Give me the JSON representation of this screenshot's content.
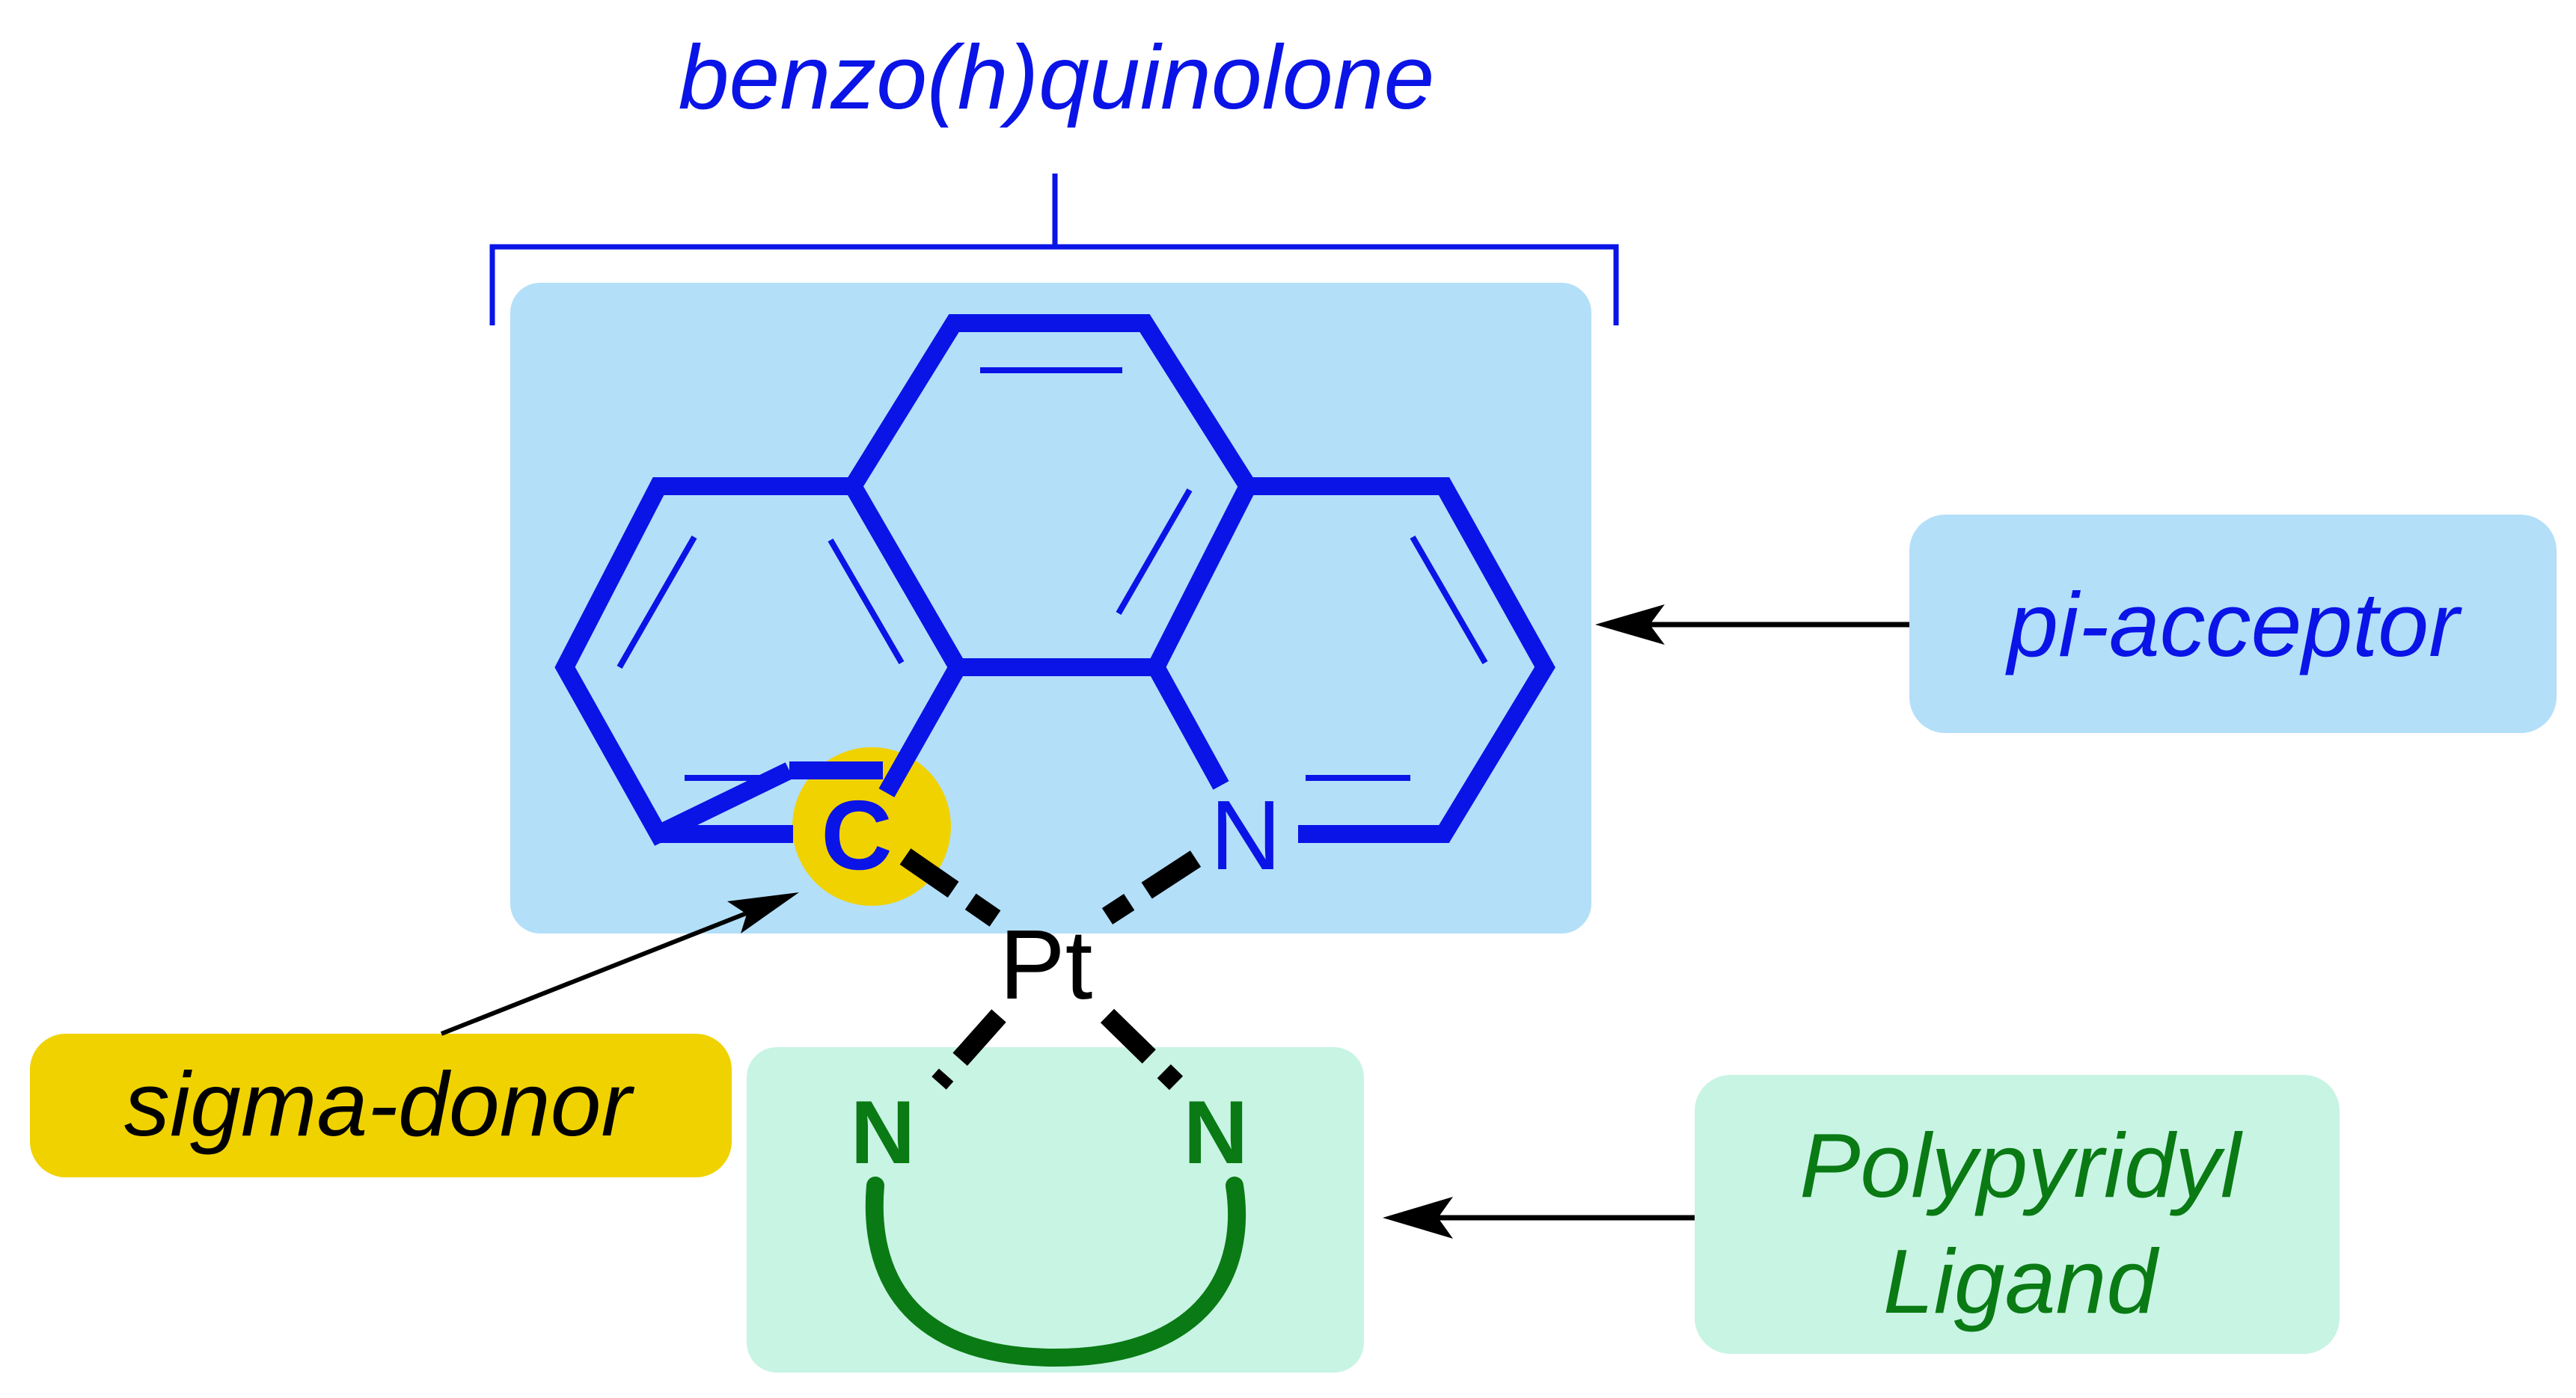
{
  "title": "benzo(h)quinolone",
  "labels": {
    "pi_acceptor": "pi-acceptor",
    "sigma_donor": "sigma-donor",
    "polypyridyl_line1": "Polypyridyl",
    "polypyridyl_line2": "Ligand"
  },
  "atoms": {
    "carbon": "C",
    "nitrogen_bhq": "N",
    "platinum": "Pt",
    "nitrogen_left": "N",
    "nitrogen_right": "N"
  },
  "colors": {
    "blue": "#0a14e6",
    "green": "#0a7a14",
    "black": "#000000",
    "blue_box": "#b3dff9",
    "green_box": "#c8f4e4",
    "yellow": "#f0d200"
  }
}
